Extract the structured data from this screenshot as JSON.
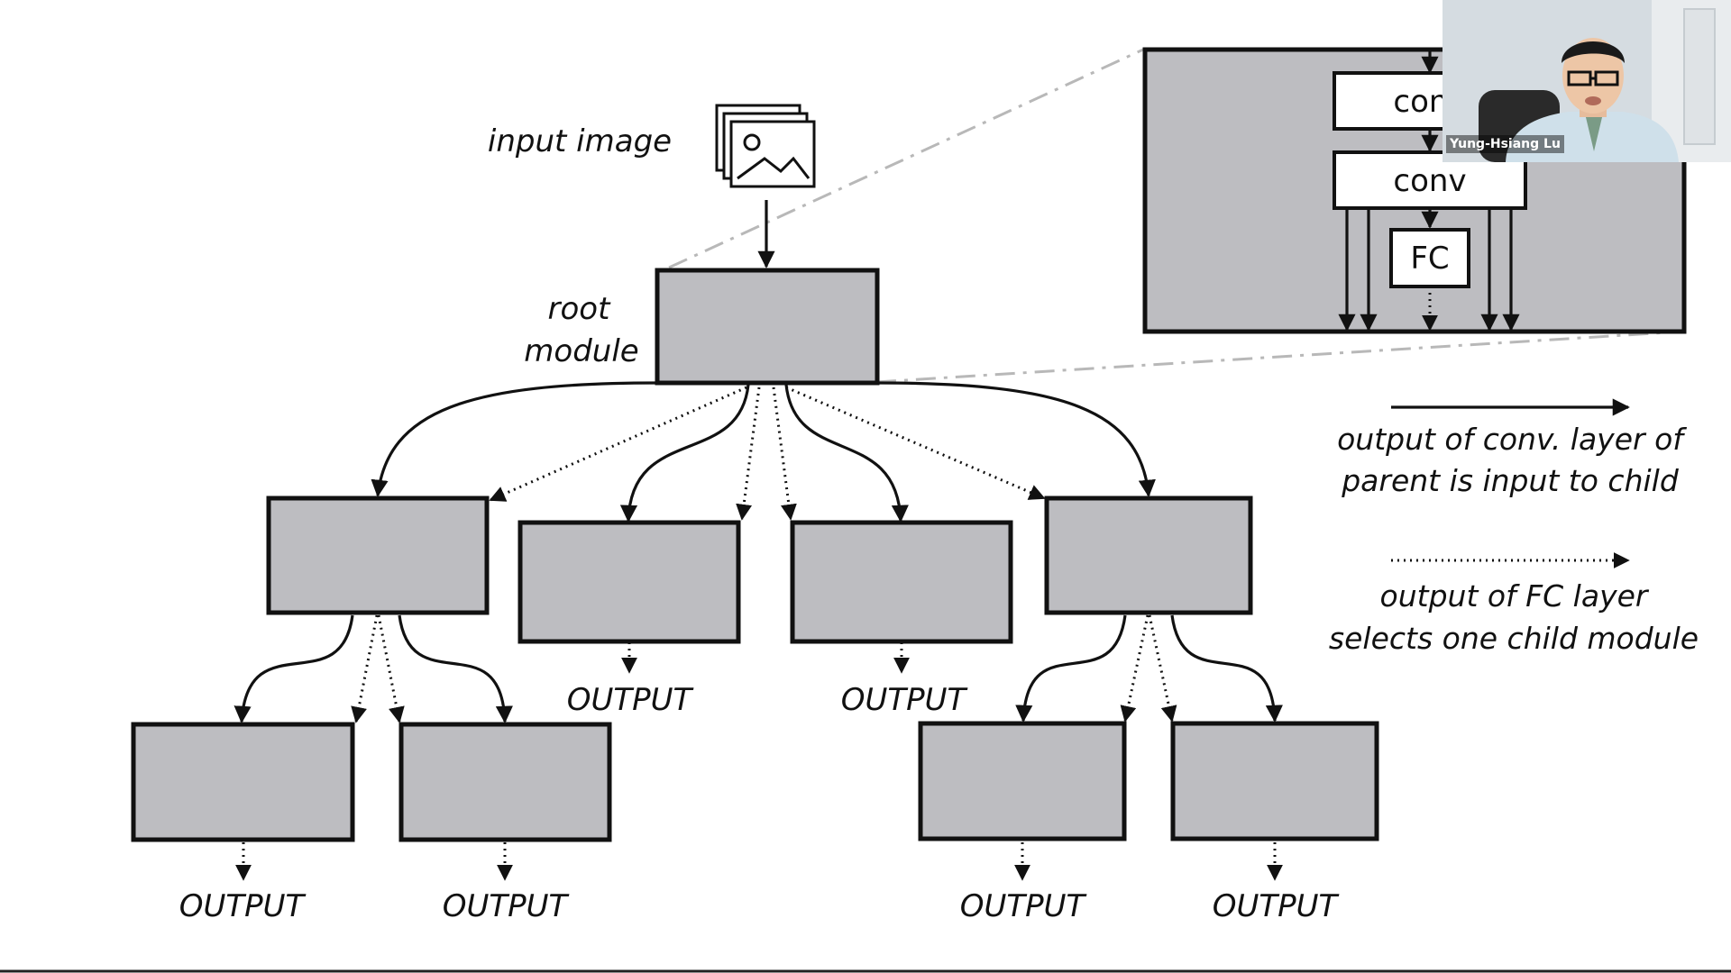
{
  "diagram": {
    "input_label": "input image",
    "root_label_line1": "root",
    "root_label_line2": "module",
    "inset": {
      "conv_top": "conv",
      "conv_bottom": "conv",
      "fc": "FC"
    },
    "legend": {
      "solid_line1": "output of conv. layer of",
      "solid_line2": "parent is input to child",
      "dotted_line1": "output of FC layer",
      "dotted_line2": "selects one child module"
    },
    "output_label": "OUTPUT"
  },
  "video": {
    "speaker_name": "Yung-Hsiang Lu"
  },
  "colors": {
    "module_fill": "#bdbdc1",
    "stroke": "#111111",
    "zoom_line": "#b8b8b8"
  },
  "icons": [
    "image-stack-icon",
    "person-video-icon"
  ]
}
